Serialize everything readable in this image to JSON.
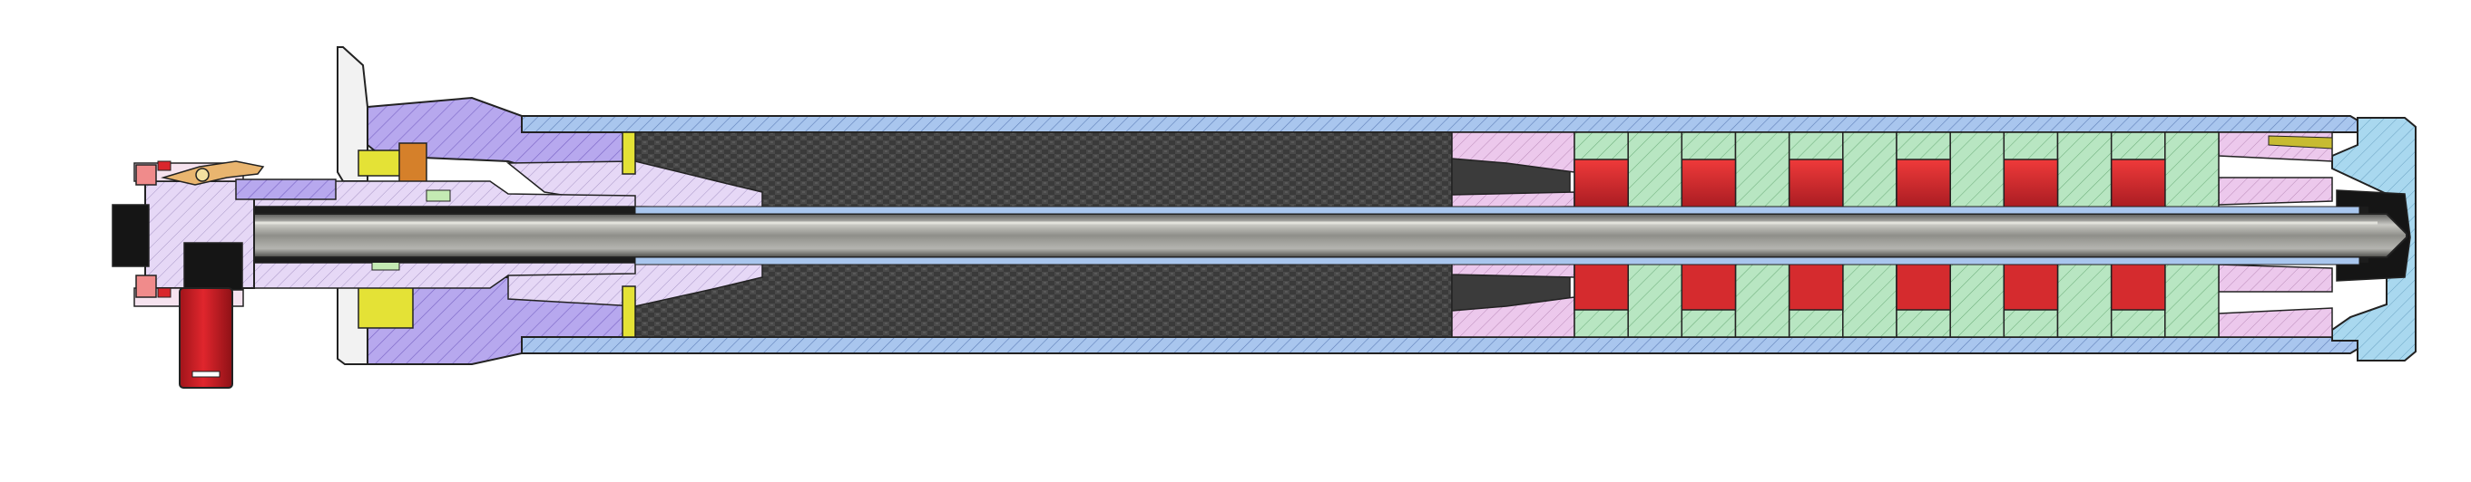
{
  "figure": {
    "kind": "cross-section",
    "subject": "",
    "background_color": "#ffffff"
  },
  "materials": {
    "outer_tube": "#a9c6ee",
    "end_cap": "#a9d8ef",
    "front_housing": "#b7a8ee",
    "liner": "#e6d8f6",
    "rod": "#9a9a96",
    "carbon_core": "#3d3d3d",
    "seal": "#e4e236",
    "stack_washer": "#b8e6c2",
    "stack_block": "#d52b2e",
    "spring_pink": "#ecc8ec",
    "handle_red": "#d9262c",
    "lever_tan": "#e9b56f",
    "knob_pink": "#f08b8b",
    "outline": "#222222"
  },
  "stack": {
    "blocks_per_side": 6,
    "washers_per_side": 12
  }
}
